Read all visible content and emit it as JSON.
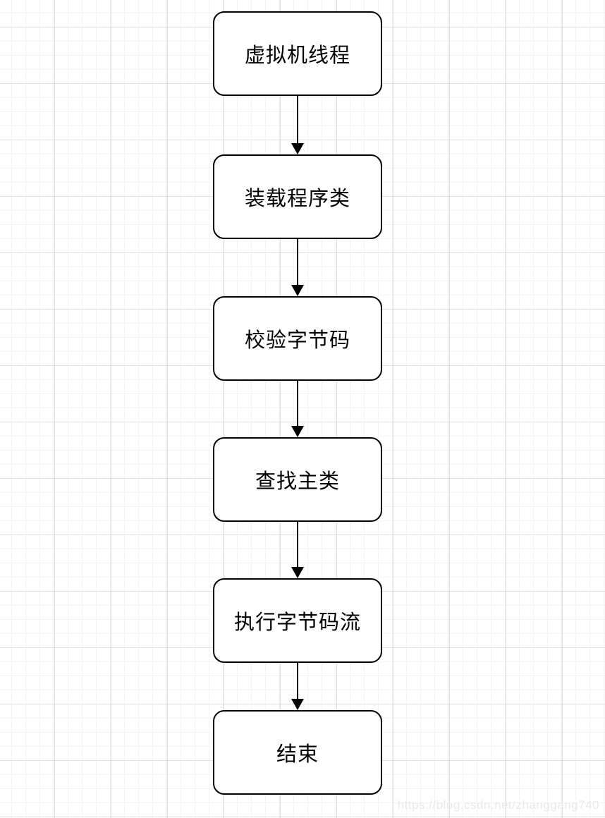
{
  "diagram": {
    "type": "flowchart",
    "direction": "top-down",
    "nodes": [
      {
        "id": "vm-thread",
        "label": "虚拟机线程"
      },
      {
        "id": "load-class",
        "label": "装载程序类"
      },
      {
        "id": "verify-bytecode",
        "label": "校验字节码"
      },
      {
        "id": "find-main-class",
        "label": "查找主类"
      },
      {
        "id": "exec-bytecode",
        "label": "执行字节码流"
      },
      {
        "id": "end",
        "label": "结束"
      }
    ],
    "edges": [
      {
        "from": "虚拟机线程",
        "to": "装载程序类",
        "arrow": "down"
      },
      {
        "from": "装载程序类",
        "to": "校验字节码",
        "arrow": "down"
      },
      {
        "from": "校验字节码",
        "to": "查找主类",
        "arrow": "down"
      },
      {
        "from": "查找主类",
        "to": "执行字节码流",
        "arrow": "down"
      },
      {
        "from": "执行字节码流",
        "to": "结束",
        "arrow": "down"
      }
    ]
  },
  "watermark": {
    "text": "https://blog.csdn.net/zhanggang740"
  },
  "colors": {
    "node_border": "#000000",
    "node_fill": "#ffffff",
    "node_text": "#000000",
    "arrow": "#000000",
    "grid_minor": "#f4f4f4",
    "grid_major": "#dededd",
    "watermark_text": "#e9e9e9",
    "background": "#ffffff"
  }
}
